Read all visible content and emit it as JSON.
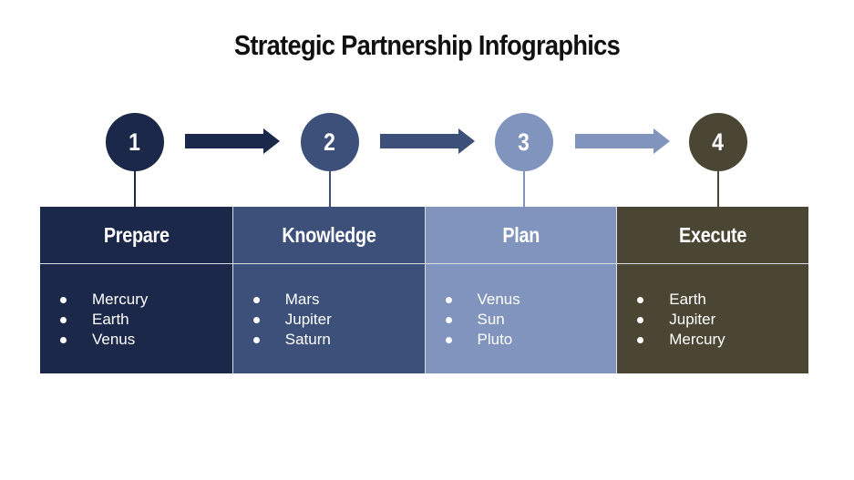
{
  "title": "Strategic Partnership Infographics",
  "colors": {
    "step1": "#1b2849",
    "step2": "#3d5079",
    "step3": "#8094bd",
    "step4": "#4a4633",
    "divider": "#d9dde6",
    "text": "#ffffff",
    "title": "#111111"
  },
  "steps": [
    {
      "number": "1",
      "label": "Prepare",
      "items": [
        "Mercury",
        "Earth",
        "Venus"
      ]
    },
    {
      "number": "2",
      "label": "Knowledge",
      "items": [
        "Mars",
        "Jupiter",
        "Saturn"
      ]
    },
    {
      "number": "3",
      "label": "Plan",
      "items": [
        "Venus",
        "Sun",
        "Pluto"
      ]
    },
    {
      "number": "4",
      "label": "Execute",
      "items": [
        "Earth",
        "Jupiter",
        "Mercury"
      ]
    }
  ],
  "arrows": [
    {
      "from": "1",
      "to": "2",
      "color": "#1b2849"
    },
    {
      "from": "2",
      "to": "3",
      "color": "#3d5079"
    },
    {
      "from": "3",
      "to": "4",
      "color": "#8094bd"
    }
  ]
}
